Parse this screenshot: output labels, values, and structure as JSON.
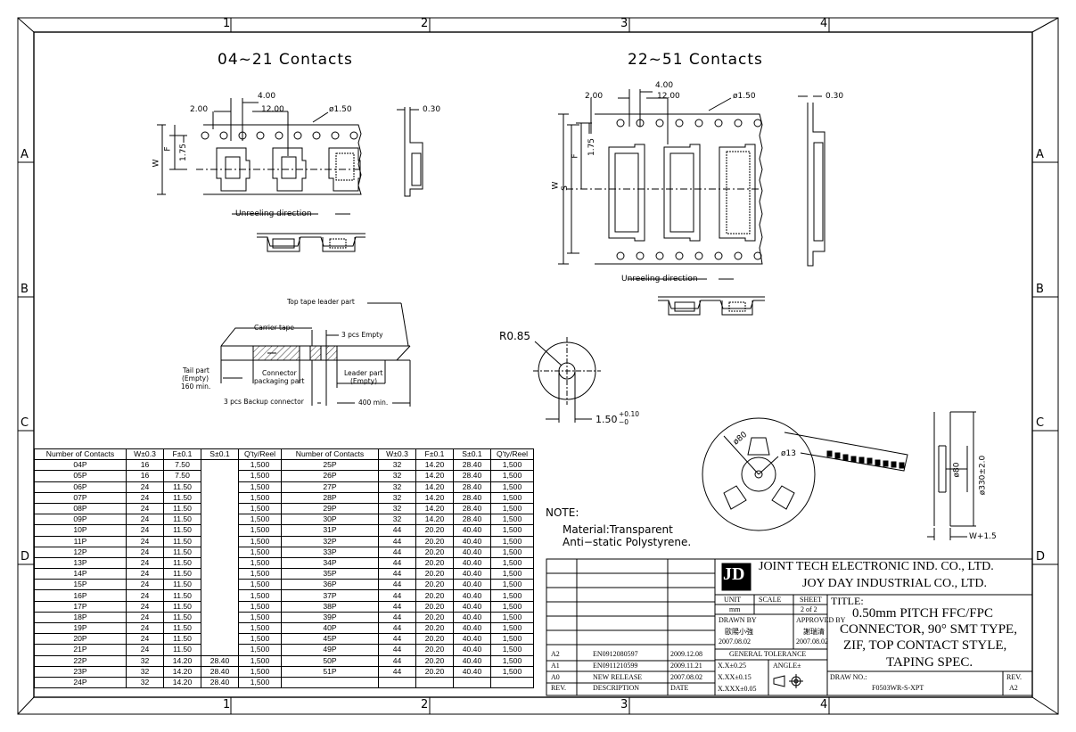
{
  "border": {
    "col_labels": [
      "1",
      "2",
      "3",
      "4"
    ],
    "row_labels": [
      "A",
      "B",
      "C",
      "D"
    ]
  },
  "views": {
    "left_title": "04~21 Contacts",
    "right_title": "22~51 Contacts",
    "left_dims": {
      "pitch": "4.00",
      "offset": "2.00",
      "width": "12.00",
      "hole": "ø1.50",
      "thickness": "0.30",
      "w": "W",
      "f": "F",
      "f_val": "1.75"
    },
    "right_dims": {
      "pitch": "4.00",
      "offset": "2.00",
      "width": "12.00",
      "hole": "ø1.50",
      "thickness": "0.30",
      "w": "W",
      "s": "S",
      "f": "F",
      "f_val": "1.75"
    },
    "unreeling_left": "Unreeling direction",
    "unreeling_right": "Unreeling direction"
  },
  "tape_diagram": {
    "top_tape": "Top tape leader part",
    "carrier": "Carrier tape",
    "empty3": "3 pcs Empty",
    "tail": "Tail part",
    "tail_empty": "(Empty)",
    "tail_min": "160 min.",
    "connector": "Connector",
    "packaging": "packaging part",
    "leader": "Leader part",
    "leader_empty": "(Empty)",
    "backup": "3 pcs Backup connector",
    "min400": "400 min."
  },
  "hole_detail": {
    "radius": "R0.85",
    "width": "1.50",
    "tol_plus": "+0.10",
    "tol_minus": "−0"
  },
  "reel": {
    "d80": "ø80",
    "d13": "ø13",
    "d80b": "ø80",
    "d330": "ø330±2.0",
    "width": "W+1.5"
  },
  "note": {
    "label": "NOTE:",
    "line1": "Material:Transparent",
    "line2": "Anti−static Polystyrene."
  },
  "spec_table": {
    "headers": [
      "Number of Contacts",
      "W±0.3",
      "F±0.1",
      "S±0.1",
      "Q'ty/Reel",
      "Number of Contacts",
      "W±0.3",
      "F±0.1",
      "S±0.1",
      "Q'ty/Reel"
    ],
    "left_rows": [
      [
        "04P",
        "16",
        "7.50",
        "",
        "1,500"
      ],
      [
        "05P",
        "16",
        "7.50",
        "",
        "1,500"
      ],
      [
        "06P",
        "24",
        "11.50",
        "",
        "1,500"
      ],
      [
        "07P",
        "24",
        "11.50",
        "",
        "1,500"
      ],
      [
        "08P",
        "24",
        "11.50",
        "",
        "1,500"
      ],
      [
        "09P",
        "24",
        "11.50",
        "",
        "1,500"
      ],
      [
        "10P",
        "24",
        "11.50",
        "",
        "1,500"
      ],
      [
        "11P",
        "24",
        "11.50",
        "",
        "1,500"
      ],
      [
        "12P",
        "24",
        "11.50",
        "",
        "1,500"
      ],
      [
        "13P",
        "24",
        "11.50",
        "",
        "1,500"
      ],
      [
        "14P",
        "24",
        "11.50",
        "",
        "1,500"
      ],
      [
        "15P",
        "24",
        "11.50",
        "",
        "1,500"
      ],
      [
        "16P",
        "24",
        "11.50",
        "",
        "1,500"
      ],
      [
        "17P",
        "24",
        "11.50",
        "",
        "1,500"
      ],
      [
        "18P",
        "24",
        "11.50",
        "",
        "1,500"
      ],
      [
        "19P",
        "24",
        "11.50",
        "",
        "1,500"
      ],
      [
        "20P",
        "24",
        "11.50",
        "",
        "1,500"
      ],
      [
        "21P",
        "24",
        "11.50",
        "",
        "1,500"
      ],
      [
        "22P",
        "32",
        "14.20",
        "28.40",
        "1,500"
      ],
      [
        "23P",
        "32",
        "14.20",
        "28.40",
        "1,500"
      ],
      [
        "24P",
        "32",
        "14.20",
        "28.40",
        "1,500"
      ]
    ],
    "right_rows": [
      [
        "25P",
        "32",
        "14.20",
        "28.40",
        "1,500"
      ],
      [
        "26P",
        "32",
        "14.20",
        "28.40",
        "1,500"
      ],
      [
        "27P",
        "32",
        "14.20",
        "28.40",
        "1,500"
      ],
      [
        "28P",
        "32",
        "14.20",
        "28.40",
        "1,500"
      ],
      [
        "29P",
        "32",
        "14.20",
        "28.40",
        "1,500"
      ],
      [
        "30P",
        "32",
        "14.20",
        "28.40",
        "1,500"
      ],
      [
        "31P",
        "44",
        "20.20",
        "40.40",
        "1,500"
      ],
      [
        "32P",
        "44",
        "20.20",
        "40.40",
        "1,500"
      ],
      [
        "33P",
        "44",
        "20.20",
        "40.40",
        "1,500"
      ],
      [
        "34P",
        "44",
        "20.20",
        "40.40",
        "1,500"
      ],
      [
        "35P",
        "44",
        "20.20",
        "40.40",
        "1,500"
      ],
      [
        "36P",
        "44",
        "20.20",
        "40.40",
        "1,500"
      ],
      [
        "37P",
        "44",
        "20.20",
        "40.40",
        "1,500"
      ],
      [
        "38P",
        "44",
        "20.20",
        "40.40",
        "1,500"
      ],
      [
        "39P",
        "44",
        "20.20",
        "40.40",
        "1,500"
      ],
      [
        "40P",
        "44",
        "20.20",
        "40.40",
        "1,500"
      ],
      [
        "45P",
        "44",
        "20.20",
        "40.40",
        "1,500"
      ],
      [
        "49P",
        "44",
        "20.20",
        "40.40",
        "1,500"
      ],
      [
        "50P",
        "44",
        "20.20",
        "40.40",
        "1,500"
      ],
      [
        "51P",
        "44",
        "20.20",
        "40.40",
        "1,500"
      ],
      [
        "",
        "",
        "",
        "",
        ""
      ]
    ]
  },
  "title_block": {
    "company1": "JOINT TECH ELECTRONIC IND. CO., LTD.",
    "company2": "JOY DAY INDUSTRIAL CO., LTD.",
    "unit_label": "UNIT",
    "unit": "mm",
    "scale_label": "SCALE",
    "sheet_label": "SHEET",
    "sheet": "2 of 2",
    "drawn_label": "DRAWN BY",
    "drawn_name": "歐陽小強",
    "drawn_date": "2007.08.02",
    "approved_label": "APPROVED BY",
    "approved_name": "謝瑞清",
    "approved_date": "2007.08.02",
    "tol_label": "GENERAL TOLERANCE",
    "tol1": "X.X±0.25",
    "tol2": "X.XX±0.15",
    "tol3": "X.XXX±0.05",
    "angle_label": "ANGLE±",
    "title_label": "TITLE:",
    "title1": "0.50mm PITCH FFC/FPC",
    "title2": "CONNECTOR, 90° SMT TYPE,",
    "title3": "ZIF, TOP CONTACT STYLE,",
    "title4": "TAPING SPEC.",
    "draw_no_label": "DRAW NO.:",
    "draw_no": "F0503WR-S-XPT",
    "rev_label": "REV.",
    "rev": "A2",
    "revisions": [
      {
        "rev": "A2",
        "desc": "EN0912080597",
        "date": "2009.12.08"
      },
      {
        "rev": "A1",
        "desc": "EN0911210599",
        "date": "2009.11.21"
      },
      {
        "rev": "A0",
        "desc": "NEW RELEASE",
        "date": "2007.08.02"
      },
      {
        "rev": "REV.",
        "desc": "DESCRIPTION",
        "date": "DATE"
      }
    ]
  }
}
